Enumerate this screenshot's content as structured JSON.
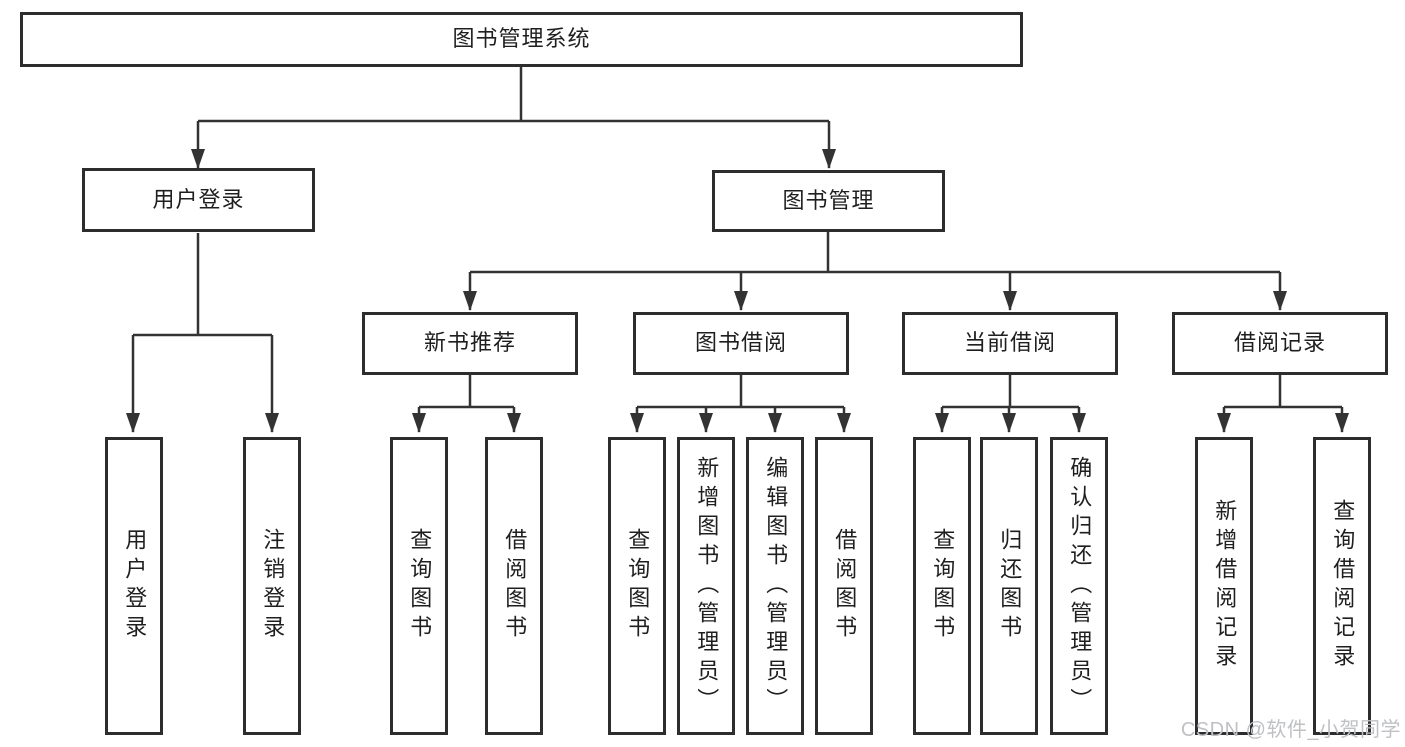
{
  "diagram": {
    "title": "图书管理系统",
    "children": [
      {
        "label": "用户登录",
        "children": [
          {
            "label": "用户登录"
          },
          {
            "label": "注销登录"
          }
        ]
      },
      {
        "label": "图书管理",
        "children": [
          {
            "label": "新书推荐",
            "children": [
              {
                "label": "查询图书"
              },
              {
                "label": "借阅图书"
              }
            ]
          },
          {
            "label": "图书借阅",
            "children": [
              {
                "label": "查询图书"
              },
              {
                "label": "新增图书（管理员）"
              },
              {
                "label": "编辑图书（管理员）"
              },
              {
                "label": "借阅图书"
              }
            ]
          },
          {
            "label": "当前借阅",
            "children": [
              {
                "label": "查询图书"
              },
              {
                "label": "归还图书"
              },
              {
                "label": "确认归还（管理员）"
              }
            ]
          },
          {
            "label": "借阅记录",
            "children": [
              {
                "label": "新增借阅记录"
              },
              {
                "label": "查询借阅记录"
              }
            ]
          }
        ]
      }
    ]
  },
  "watermark": {
    "text": "CSDN @软件_小贺同学"
  },
  "colors": {
    "line": "#333333",
    "box_border": "#2d2d2d",
    "text": "#1f1f1f",
    "watermark": "#bfc1c4",
    "background": "#ffffff"
  }
}
